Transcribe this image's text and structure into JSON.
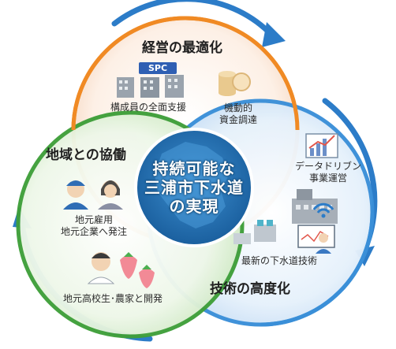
{
  "center": {
    "line1": "持続可能な",
    "line2": "三浦市下水道",
    "line3": "の実現"
  },
  "sections": {
    "management": {
      "title": "経営の最適化",
      "badge": "SPC",
      "item1": "構成員の全面支援",
      "item2_line1": "機動的",
      "item2_line2": "資金調達"
    },
    "region": {
      "title": "地域との協働",
      "item1_line1": "地元雇用",
      "item1_line2": "地元企業へ発注",
      "item2": "地元高校生･農家と開発"
    },
    "technology": {
      "title": "技術の高度化",
      "item1_line1": "データドリブン",
      "item1_line2": "事業運営",
      "item2": "最新の下水道技術"
    }
  },
  "colors": {
    "management": "#f08a24",
    "region": "#3f9f3a",
    "technology": "#3a8fd8",
    "center": "#1a6fb0",
    "arrow": "#2c7cc8"
  }
}
